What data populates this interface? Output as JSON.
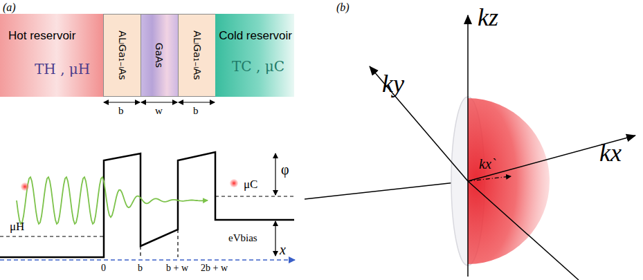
{
  "diagram": {
    "nodes": [
      {
        "text": [
          "Hot reservoir",
          "TH , μH"
        ]
      },
      {
        "text": [
          "ALₗGa₁₋ₗAs"
        ]
      },
      {
        "text": [
          "GaAs"
        ]
      },
      {
        "text": [
          "ALₗGa₁₋ₗAs"
        ]
      },
      {
        "text": [
          "Cold reservoir",
          "TC , μC"
        ]
      }
    ],
    "labels": [
      "(a)",
      "(b)",
      "b",
      "w",
      "b",
      "μH",
      "φ",
      "μC",
      "eVbias",
      "x",
      "0",
      "b",
      "b + w",
      "2b + w",
      "kz",
      "ky",
      "kx",
      "kx`"
    ]
  }
}
